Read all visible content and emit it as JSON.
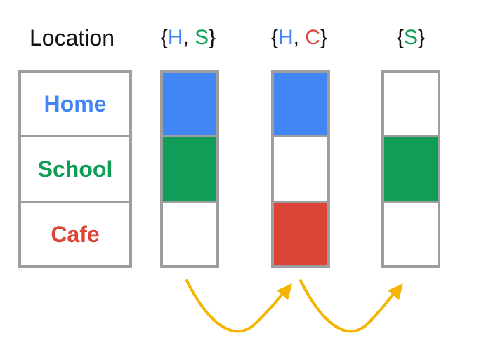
{
  "header": {
    "location_label": "Location"
  },
  "colors": {
    "home": "#4285f4",
    "school": "#0f9d58",
    "cafe": "#db4437",
    "border": "#9e9e9e",
    "arrow": "#f4b400"
  },
  "locations": [
    {
      "label": "Home",
      "color": "#4285f4"
    },
    {
      "label": "School",
      "color": "#0f9d58"
    },
    {
      "label": "Cafe",
      "color": "#db4437"
    }
  ],
  "states": [
    {
      "label_parts": [
        {
          "text": "{",
          "color": "#111111"
        },
        {
          "text": "H",
          "color": "#4285f4"
        },
        {
          "text": ", ",
          "color": "#111111"
        },
        {
          "text": "S",
          "color": "#0f9d58"
        },
        {
          "text": "}",
          "color": "#111111"
        }
      ],
      "filled": [
        true,
        true,
        false
      ]
    },
    {
      "label_parts": [
        {
          "text": "{",
          "color": "#111111"
        },
        {
          "text": "H",
          "color": "#4285f4"
        },
        {
          "text": ", ",
          "color": "#111111"
        },
        {
          "text": "C",
          "color": "#db4437"
        },
        {
          "text": "}",
          "color": "#111111"
        }
      ],
      "filled": [
        true,
        false,
        true
      ]
    },
    {
      "label_parts": [
        {
          "text": "{",
          "color": "#111111"
        },
        {
          "text": "S",
          "color": "#0f9d58"
        },
        {
          "text": "}",
          "color": "#111111"
        }
      ],
      "filled": [
        false,
        true,
        false
      ]
    }
  ]
}
